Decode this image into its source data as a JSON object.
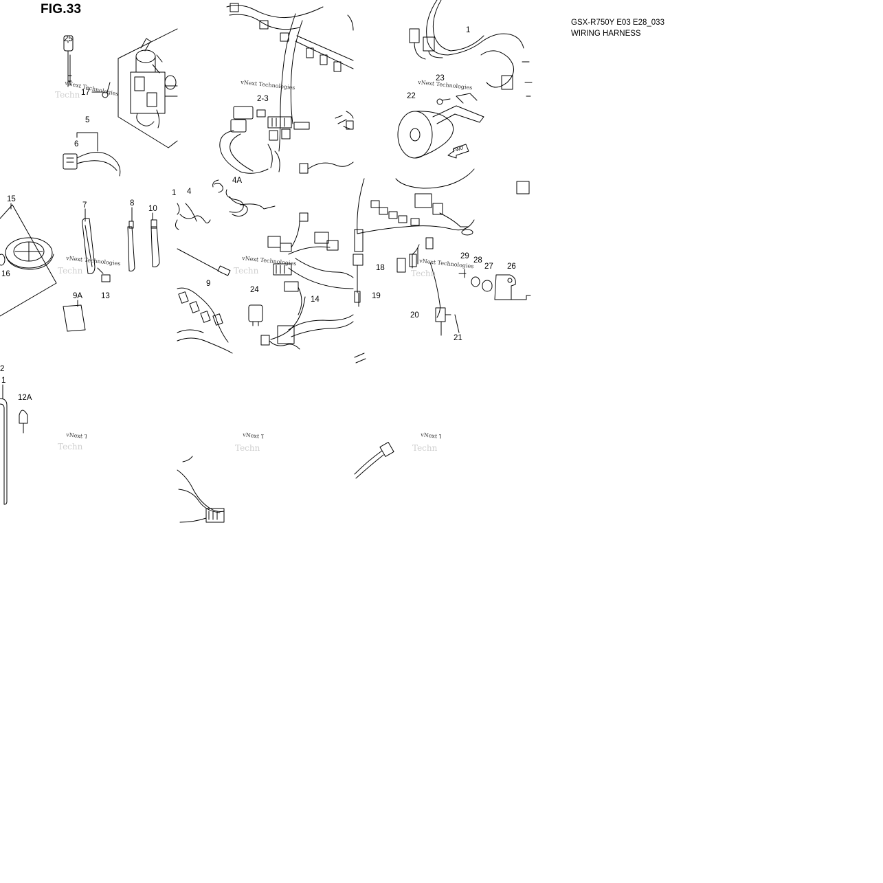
{
  "figure": {
    "title": "FIG.33",
    "model_code": "GSX-R750Y E03 E28_033",
    "section_name": "WIRING HARNESS"
  },
  "watermark": {
    "line1": "vNext Technologies",
    "line2": "Techn"
  },
  "callouts": {
    "c25": "25",
    "c17": "17",
    "c5": "5",
    "c6": "6",
    "c2_3": "2-3",
    "c1": "1",
    "c23": "23",
    "c22": "22",
    "c15": "15",
    "c16": "16",
    "c7": "7",
    "c13": "13",
    "c8": "8",
    "c10": "10",
    "c9A": "9A",
    "c1a": "1",
    "c4": "4",
    "c4A": "4A",
    "c9": "9",
    "c24": "24",
    "c14": "14",
    "c18": "18",
    "c19": "19",
    "c29": "29",
    "c28": "28",
    "c27": "27",
    "c26": "26",
    "c20": "20",
    "c21": "21",
    "c2": "2",
    "c1b": "1",
    "c12A": "12A",
    "fwd": "FWD"
  }
}
